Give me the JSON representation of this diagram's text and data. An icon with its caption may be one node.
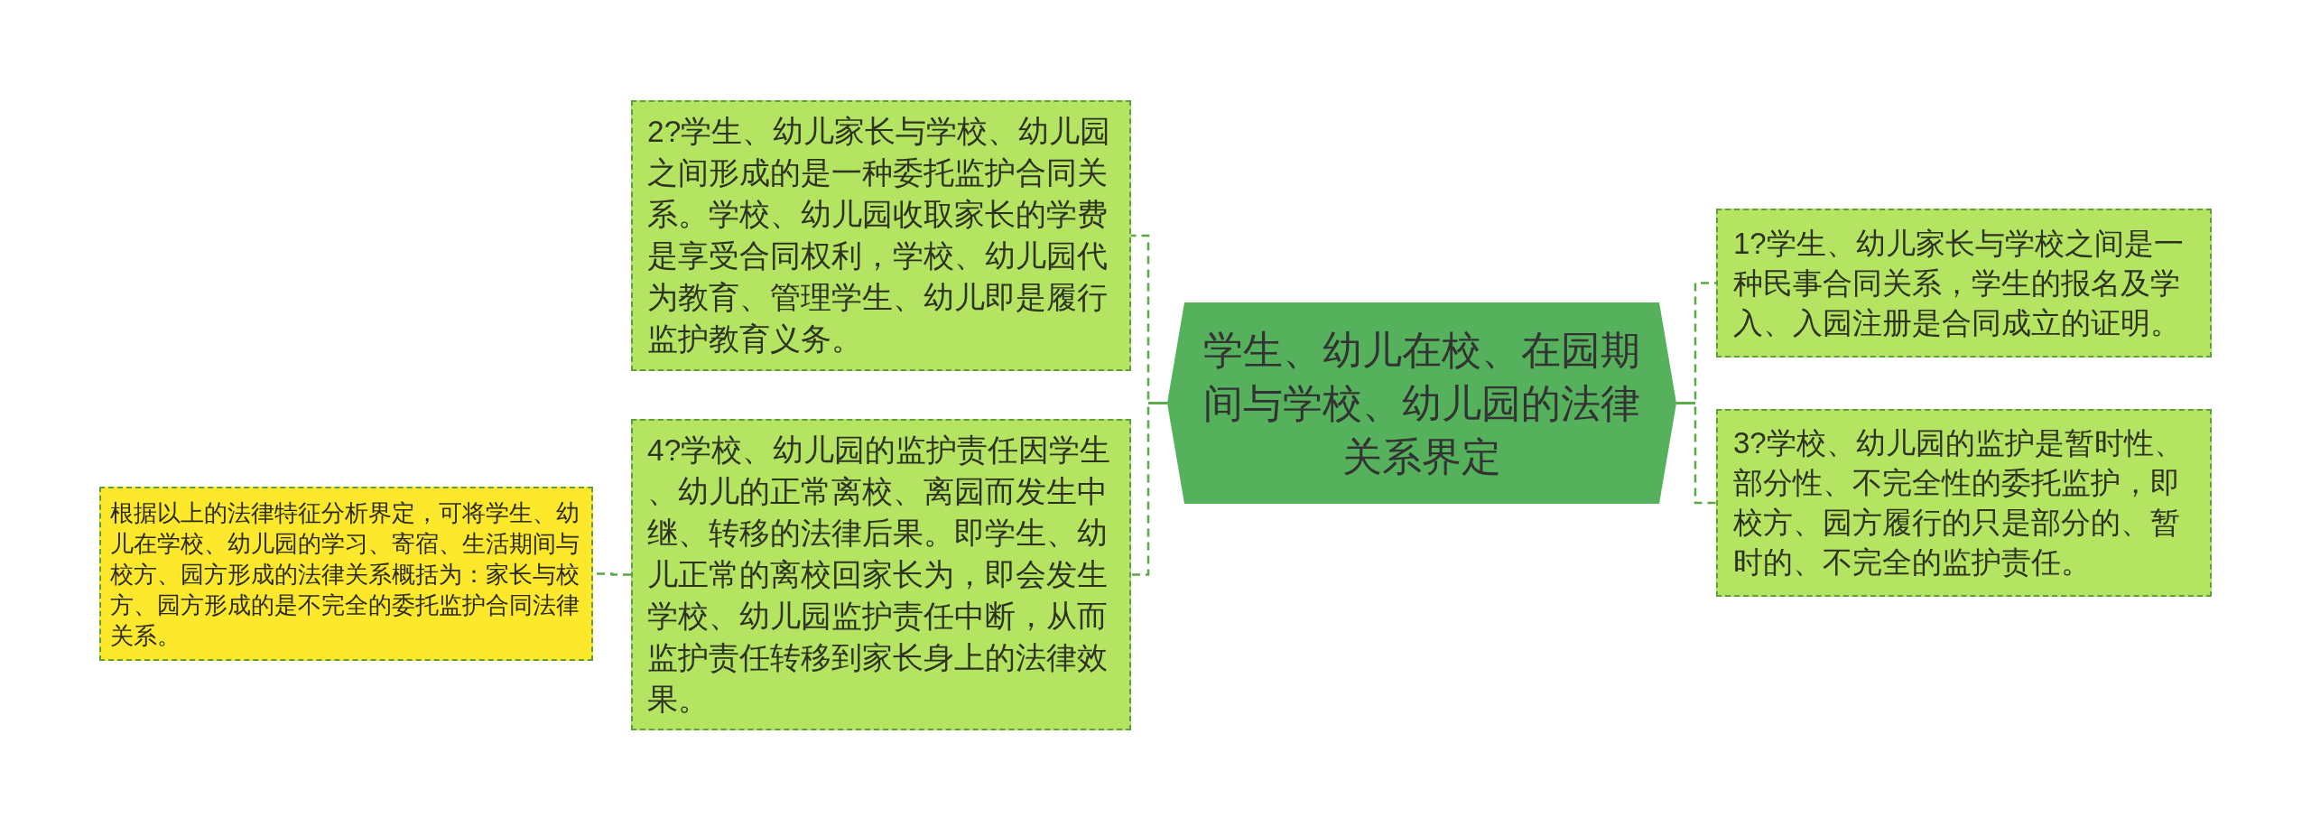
{
  "diagram": {
    "nodes": [
      {
        "text": [
          "学生、幼儿在校、在园期间与学校、幼儿园的法律关系界定"
        ]
      },
      {
        "text": [
          "1?学生、幼儿家长与学校之间是一种民事合同关系，学生的报名及学入、入园注册是合同成立的证明。"
        ]
      },
      {
        "text": [
          "2?学生、幼儿家长与学校、幼儿园之间形成的是一种委托监护合同关系。学校、幼儿园收取家长的学费是享受合同权利，学校、幼儿园代为教育、管理学生、幼儿即是履行监护教育义务。"
        ]
      },
      {
        "text": [
          "3?学校、幼儿园的监护是暂时性、部分性、不完全性的委托监护，即校方、园方履行的只是部分的、暂时的、不完全的监护责任。"
        ]
      },
      {
        "text": [
          "4?学校、幼儿园的监护责任因学生、幼儿的正常离校、离园而发生中继、转移的法律后果。即学生、幼儿正常的离校回家长为，即会发生学校、幼儿园监护责任中断，从而监护责任转移到家长身上的法律效果。"
        ]
      },
      {
        "text": [
          "根据以上的法律特征分析界定，可将学生、幼儿在学校、幼儿园的学习、寄宿、生活期间与校方、园方形成的法律关系概括为：家长与校方、园方形成的是不完全的委托监护合同法律关系。"
        ]
      }
    ],
    "edges": [
      {
        "from": 0,
        "to": 1,
        "arrow": "none"
      },
      {
        "from": 0,
        "to": 2,
        "arrow": "none"
      },
      {
        "from": 0,
        "to": 3,
        "arrow": "none"
      },
      {
        "from": 0,
        "to": 4,
        "arrow": "none"
      },
      {
        "from": 4,
        "to": 5,
        "arrow": "none"
      }
    ]
  }
}
